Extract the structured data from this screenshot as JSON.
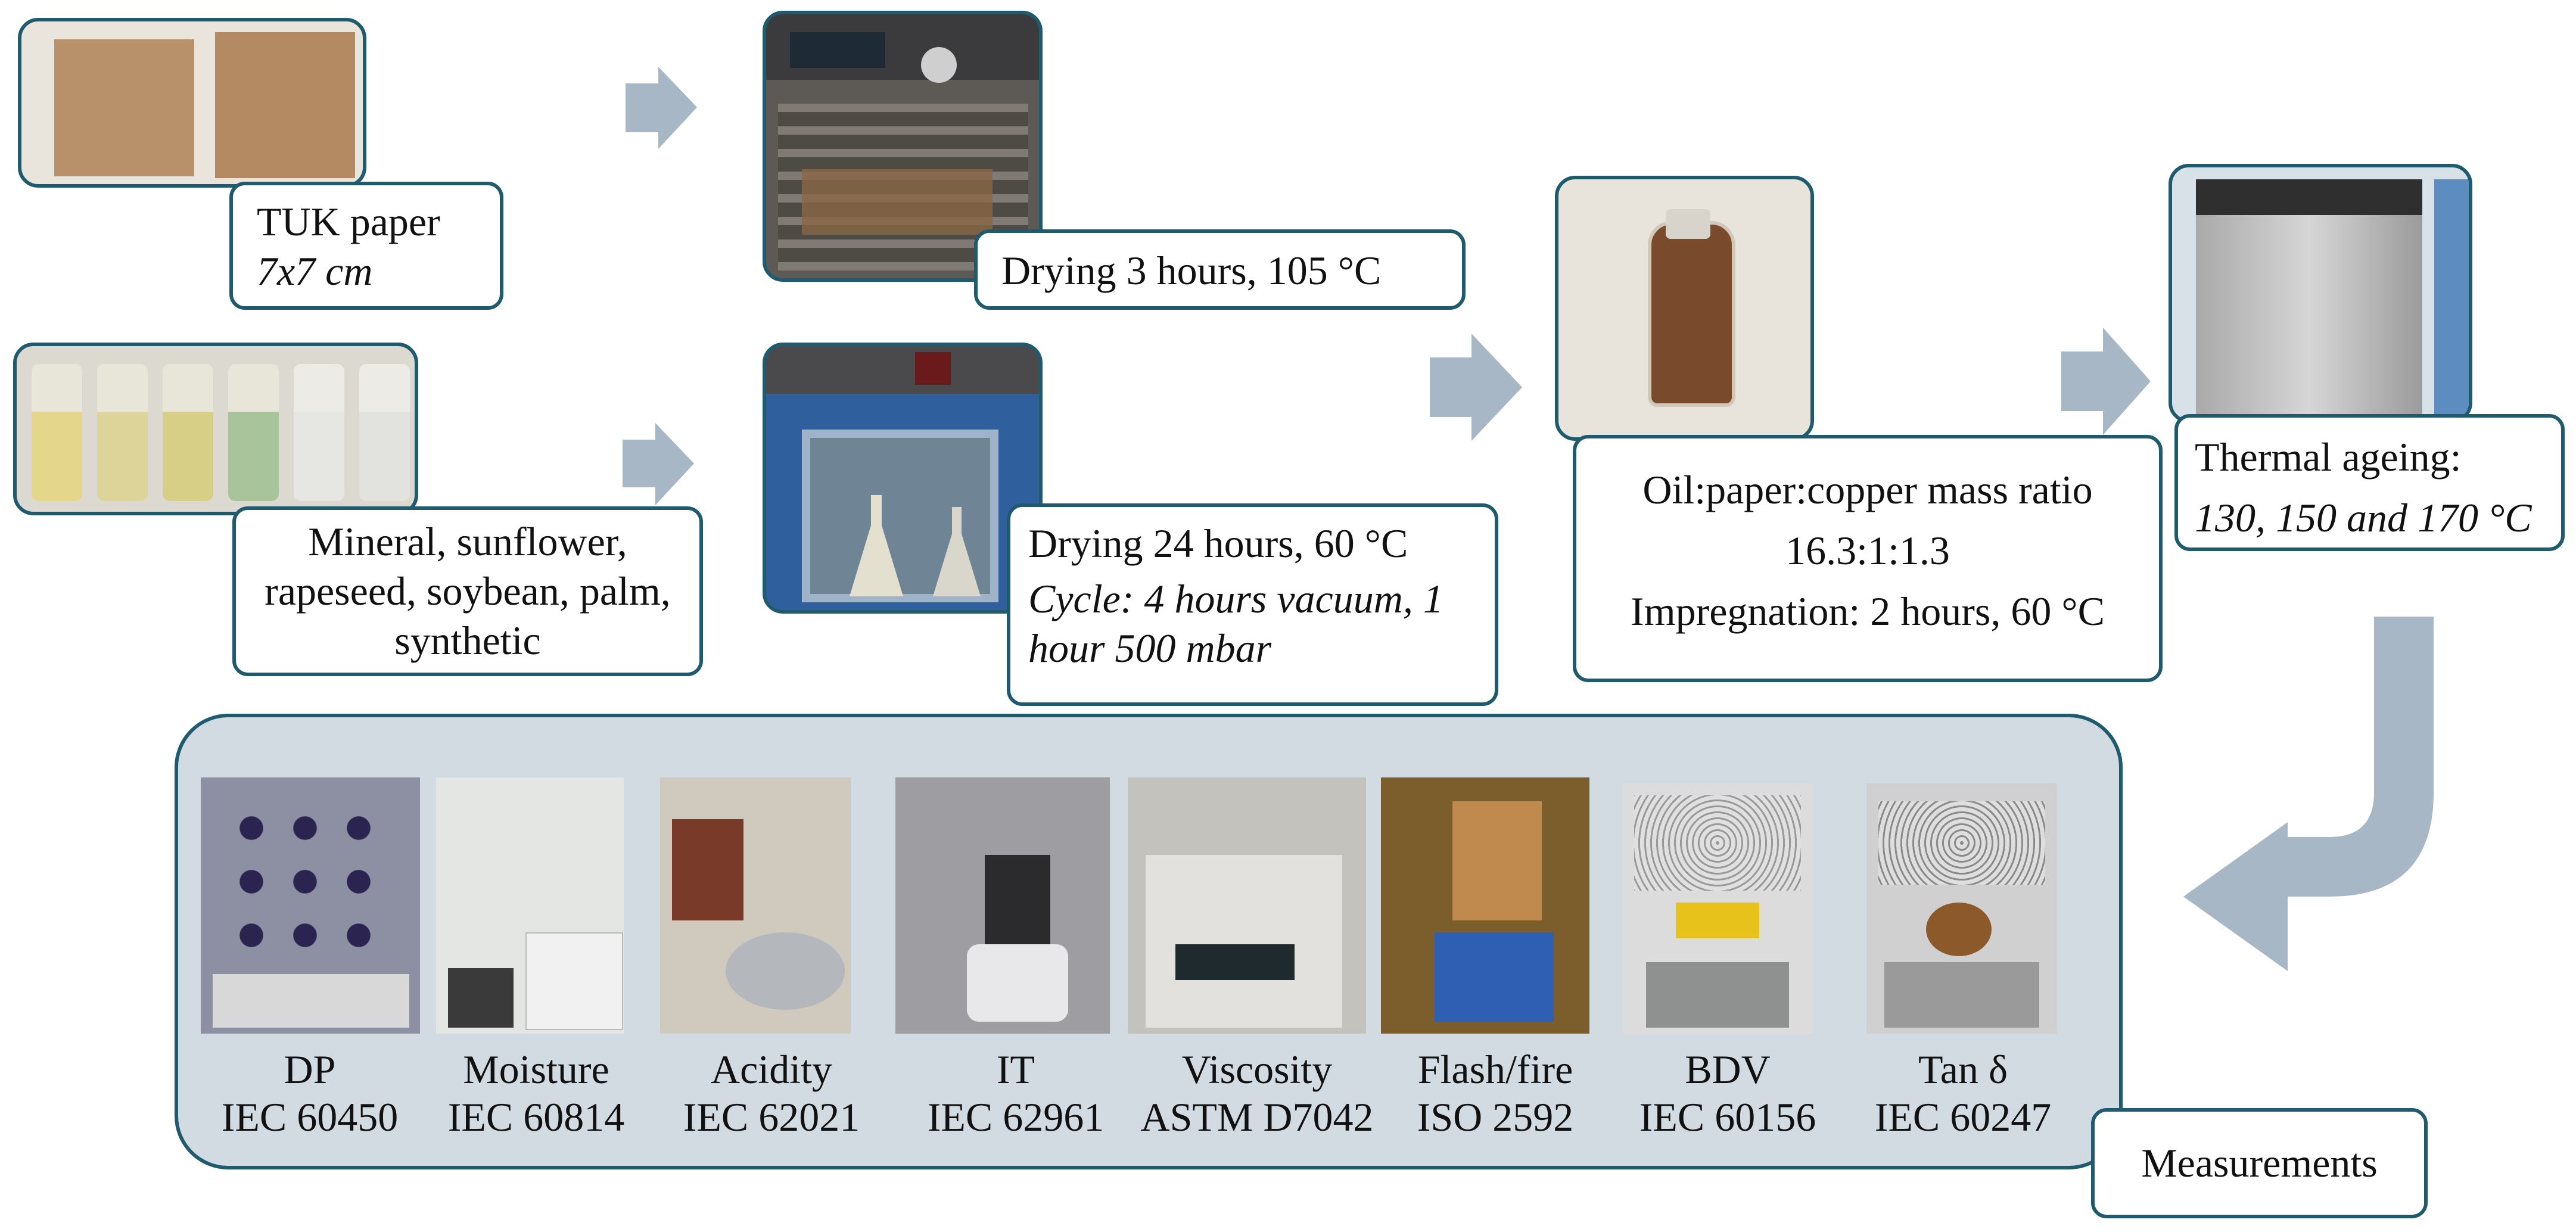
{
  "steps": {
    "paper": {
      "title": "TUK paper",
      "detail": "7x7 cm"
    },
    "oils": {
      "text": "Mineral, sunflower, rapeseed, soybean, palm, synthetic"
    },
    "dry_paper": {
      "title": "Drying 3 hours, 105 °C"
    },
    "dry_oil": {
      "title": "Drying 24 hours, 60 °C",
      "detail": "Cycle: 4 hours vacuum, 1 hour 500 mbar"
    },
    "impregnation": {
      "line1": "Oil:paper:copper mass ratio",
      "line2": "16.3:1:1.3",
      "line3": "Impregnation: 2 hours, 60 °C"
    },
    "ageing": {
      "title": "Thermal ageing:",
      "detail": "130, 150 and 170 °C"
    }
  },
  "measurements": {
    "label": "Measurements",
    "items": [
      {
        "name": "DP",
        "standard": "IEC 60450"
      },
      {
        "name": "Moisture",
        "standard": "IEC 60814"
      },
      {
        "name": "Acidity",
        "standard": "IEC 62021"
      },
      {
        "name": "IT",
        "standard": "IEC 62961"
      },
      {
        "name": "Viscosity",
        "standard": "ASTM D7042"
      },
      {
        "name": "Flash/fire",
        "standard": "ISO 2592"
      },
      {
        "name": "BDV",
        "standard": "IEC 60156"
      },
      {
        "name": "Tan δ",
        "standard": "IEC 60247"
      }
    ]
  },
  "colors": {
    "border": "#1f5b6e",
    "panel": "#d3dbe2",
    "arrow": "#a7b7c5"
  }
}
